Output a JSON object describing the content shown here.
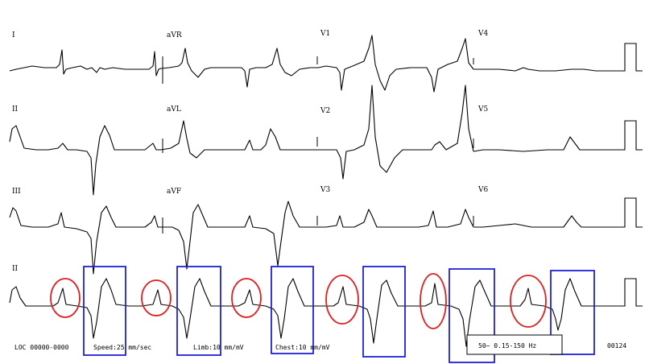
{
  "leads": [
    {
      "name": "lead-I",
      "label": "I"
    },
    {
      "name": "lead-aVR",
      "label": "aVR"
    },
    {
      "name": "lead-V1",
      "label": "V1"
    },
    {
      "name": "lead-V4",
      "label": "V4"
    },
    {
      "name": "lead-II",
      "label": "II"
    },
    {
      "name": "lead-aVL",
      "label": "aVL"
    },
    {
      "name": "lead-V2",
      "label": "V2"
    },
    {
      "name": "lead-V5",
      "label": "V5"
    },
    {
      "name": "lead-III",
      "label": "III"
    },
    {
      "name": "lead-aVF",
      "label": "aVF"
    },
    {
      "name": "lead-V3",
      "label": "V3"
    },
    {
      "name": "lead-V6",
      "label": "V6"
    },
    {
      "name": "lead-II-rhythm",
      "label": "II"
    }
  ],
  "footer": {
    "loc": "LOC 00000-0000",
    "speed": "Speed:25 mm/sec",
    "limb": "Limb:10 mm/mV",
    "chest": "Chest:10 mm/mV",
    "filter": "50~ 0.15-150 Hz",
    "page": "00124"
  },
  "colors": {
    "trace": "#000000",
    "circle_marker": "#e02020",
    "box_marker": "#2020d8",
    "background": "#ffffff"
  }
}
